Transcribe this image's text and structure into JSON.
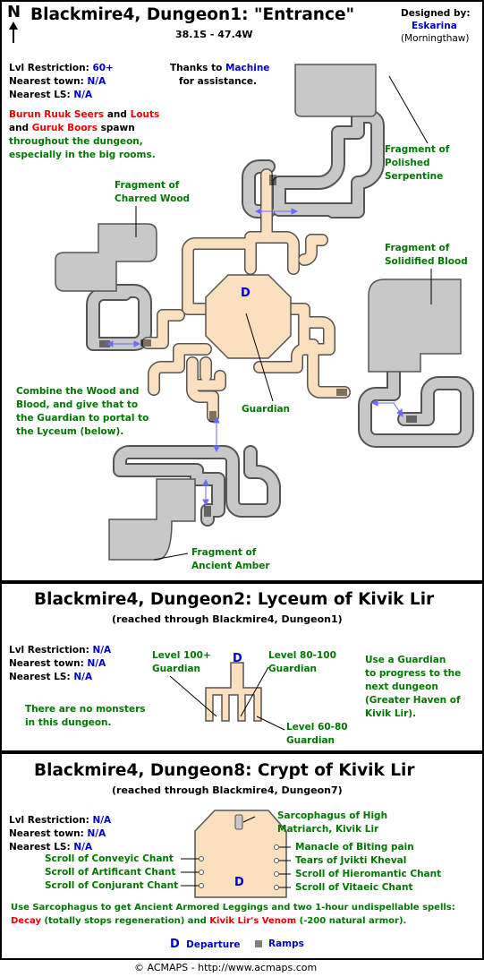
{
  "compass": {
    "letter": "N"
  },
  "d1": {
    "title": "Blackmire4, Dungeon1: \"Entrance\"",
    "coords": "38.1S - 47.4W",
    "designer_label": "Designed by:",
    "designer": "Eskarina",
    "server": "(Morningthaw)",
    "lvl_label": "Lvl Restriction:",
    "lvl": "60+",
    "town_label": "Nearest town:",
    "town": "N/A",
    "ls_label": "Nearest LS:",
    "ls": "N/A",
    "thanks_pre": "Thanks to",
    "thanks_name": "Machine",
    "thanks_post": "for assistance.",
    "spawn": {
      "m1": "Burun Ruuk Seers",
      "and1": "and",
      "m2": "Louts",
      "and2": "and",
      "m3": "Guruk Boors",
      "spawn_word": "spawn",
      "line3": "throughout the dungeon,",
      "line4": "especially in the big rooms."
    },
    "labels": {
      "serpentine": [
        "Fragment of",
        "Polished",
        "Serpentine"
      ],
      "charred": [
        "Fragment of",
        "Charred Wood"
      ],
      "blood": [
        "Fragment of",
        "Solidified Blood"
      ],
      "amber": [
        "Fragment of",
        "Ancient Amber"
      ],
      "guardian": "Guardian",
      "departure": "D",
      "combine": [
        "Combine the Wood and",
        "Blood, and give that to",
        "the Guardian to portal to",
        "the Lyceum (below)."
      ]
    }
  },
  "d2": {
    "title": "Blackmire4, Dungeon2: Lyceum of Kivik Lir",
    "subtitle": "(reached through Blackmire4, Dungeon1)",
    "lvl_label": "Lvl Restriction:",
    "lvl": "N/A",
    "town_label": "Nearest town:",
    "town": "N/A",
    "ls_label": "Nearest LS:",
    "ls": "N/A",
    "no_monsters": [
      "There are no monsters",
      "in this dungeon."
    ],
    "g100": [
      "Level 100+",
      "Guardian"
    ],
    "g80": [
      "Level 80-100",
      "Guardian"
    ],
    "g60": [
      "Level 60-80",
      "Guardian"
    ],
    "departure": "D",
    "use": [
      "Use a Guardian",
      "to progress to the",
      "next dungeon",
      "(Greater Haven of",
      "Kivik Lir)."
    ]
  },
  "d8": {
    "title": "Blackmire4, Dungeon8: Crypt of Kivik Lir",
    "subtitle": "(reached through Blackmire4, Dungeon7)",
    "lvl_label": "Lvl Restriction:",
    "lvl": "N/A",
    "town_label": "Nearest town:",
    "town": "N/A",
    "ls_label": "Nearest LS:",
    "ls": "N/A",
    "sarc": [
      "Sarcophagus of High",
      "Matriarch, Kivik Lir"
    ],
    "right_items": [
      "Manacle of Biting pain",
      "Tears of Jvikti Kheval",
      "Scroll of Hieromantic Chant",
      "Scroll of Vitaeic Chant"
    ],
    "left_items": [
      "Scroll of Conveyic Chant",
      "Scroll of Artificant Chant",
      "Scroll of Conjurant Chant"
    ],
    "departure": "D",
    "note1": "Use Sarcophagus to get Ancient Armored Leggings and two 1-hour undispellable spells:",
    "decay": "Decay",
    "decay_desc": "(totally stops regeneration) and",
    "venom": "Kivik Lir's Venom",
    "venom_desc": "(-200 natural armor)."
  },
  "legend": {
    "d_symbol": "D",
    "departure": "Departure",
    "ramps": "Ramps"
  },
  "footer": "© ACMAPS - http://www.acmaps.com",
  "colors": {
    "room": "#c8c8c8",
    "hub": "#fbe0c0",
    "label_green": "#007700",
    "label_red": "#ee0000",
    "label_blue": "#0000cc"
  }
}
